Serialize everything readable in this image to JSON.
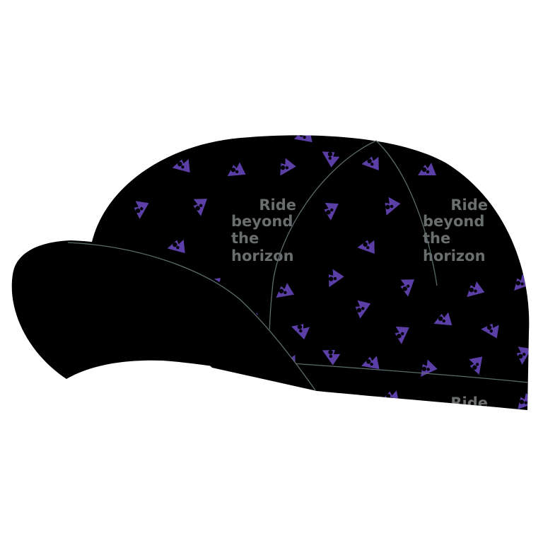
{
  "product": {
    "slogan": {
      "line1": "Ride",
      "line2": "beyond",
      "line3": "the",
      "line4": "horizon"
    },
    "colors": {
      "background": "#ffffff",
      "cap_body": "#000000",
      "seam": "#5b6b6b",
      "logo_motif": "#5b3ea6",
      "slogan_text": "#6a6e6e"
    },
    "icons": [
      "mountain-logo-icon"
    ]
  }
}
